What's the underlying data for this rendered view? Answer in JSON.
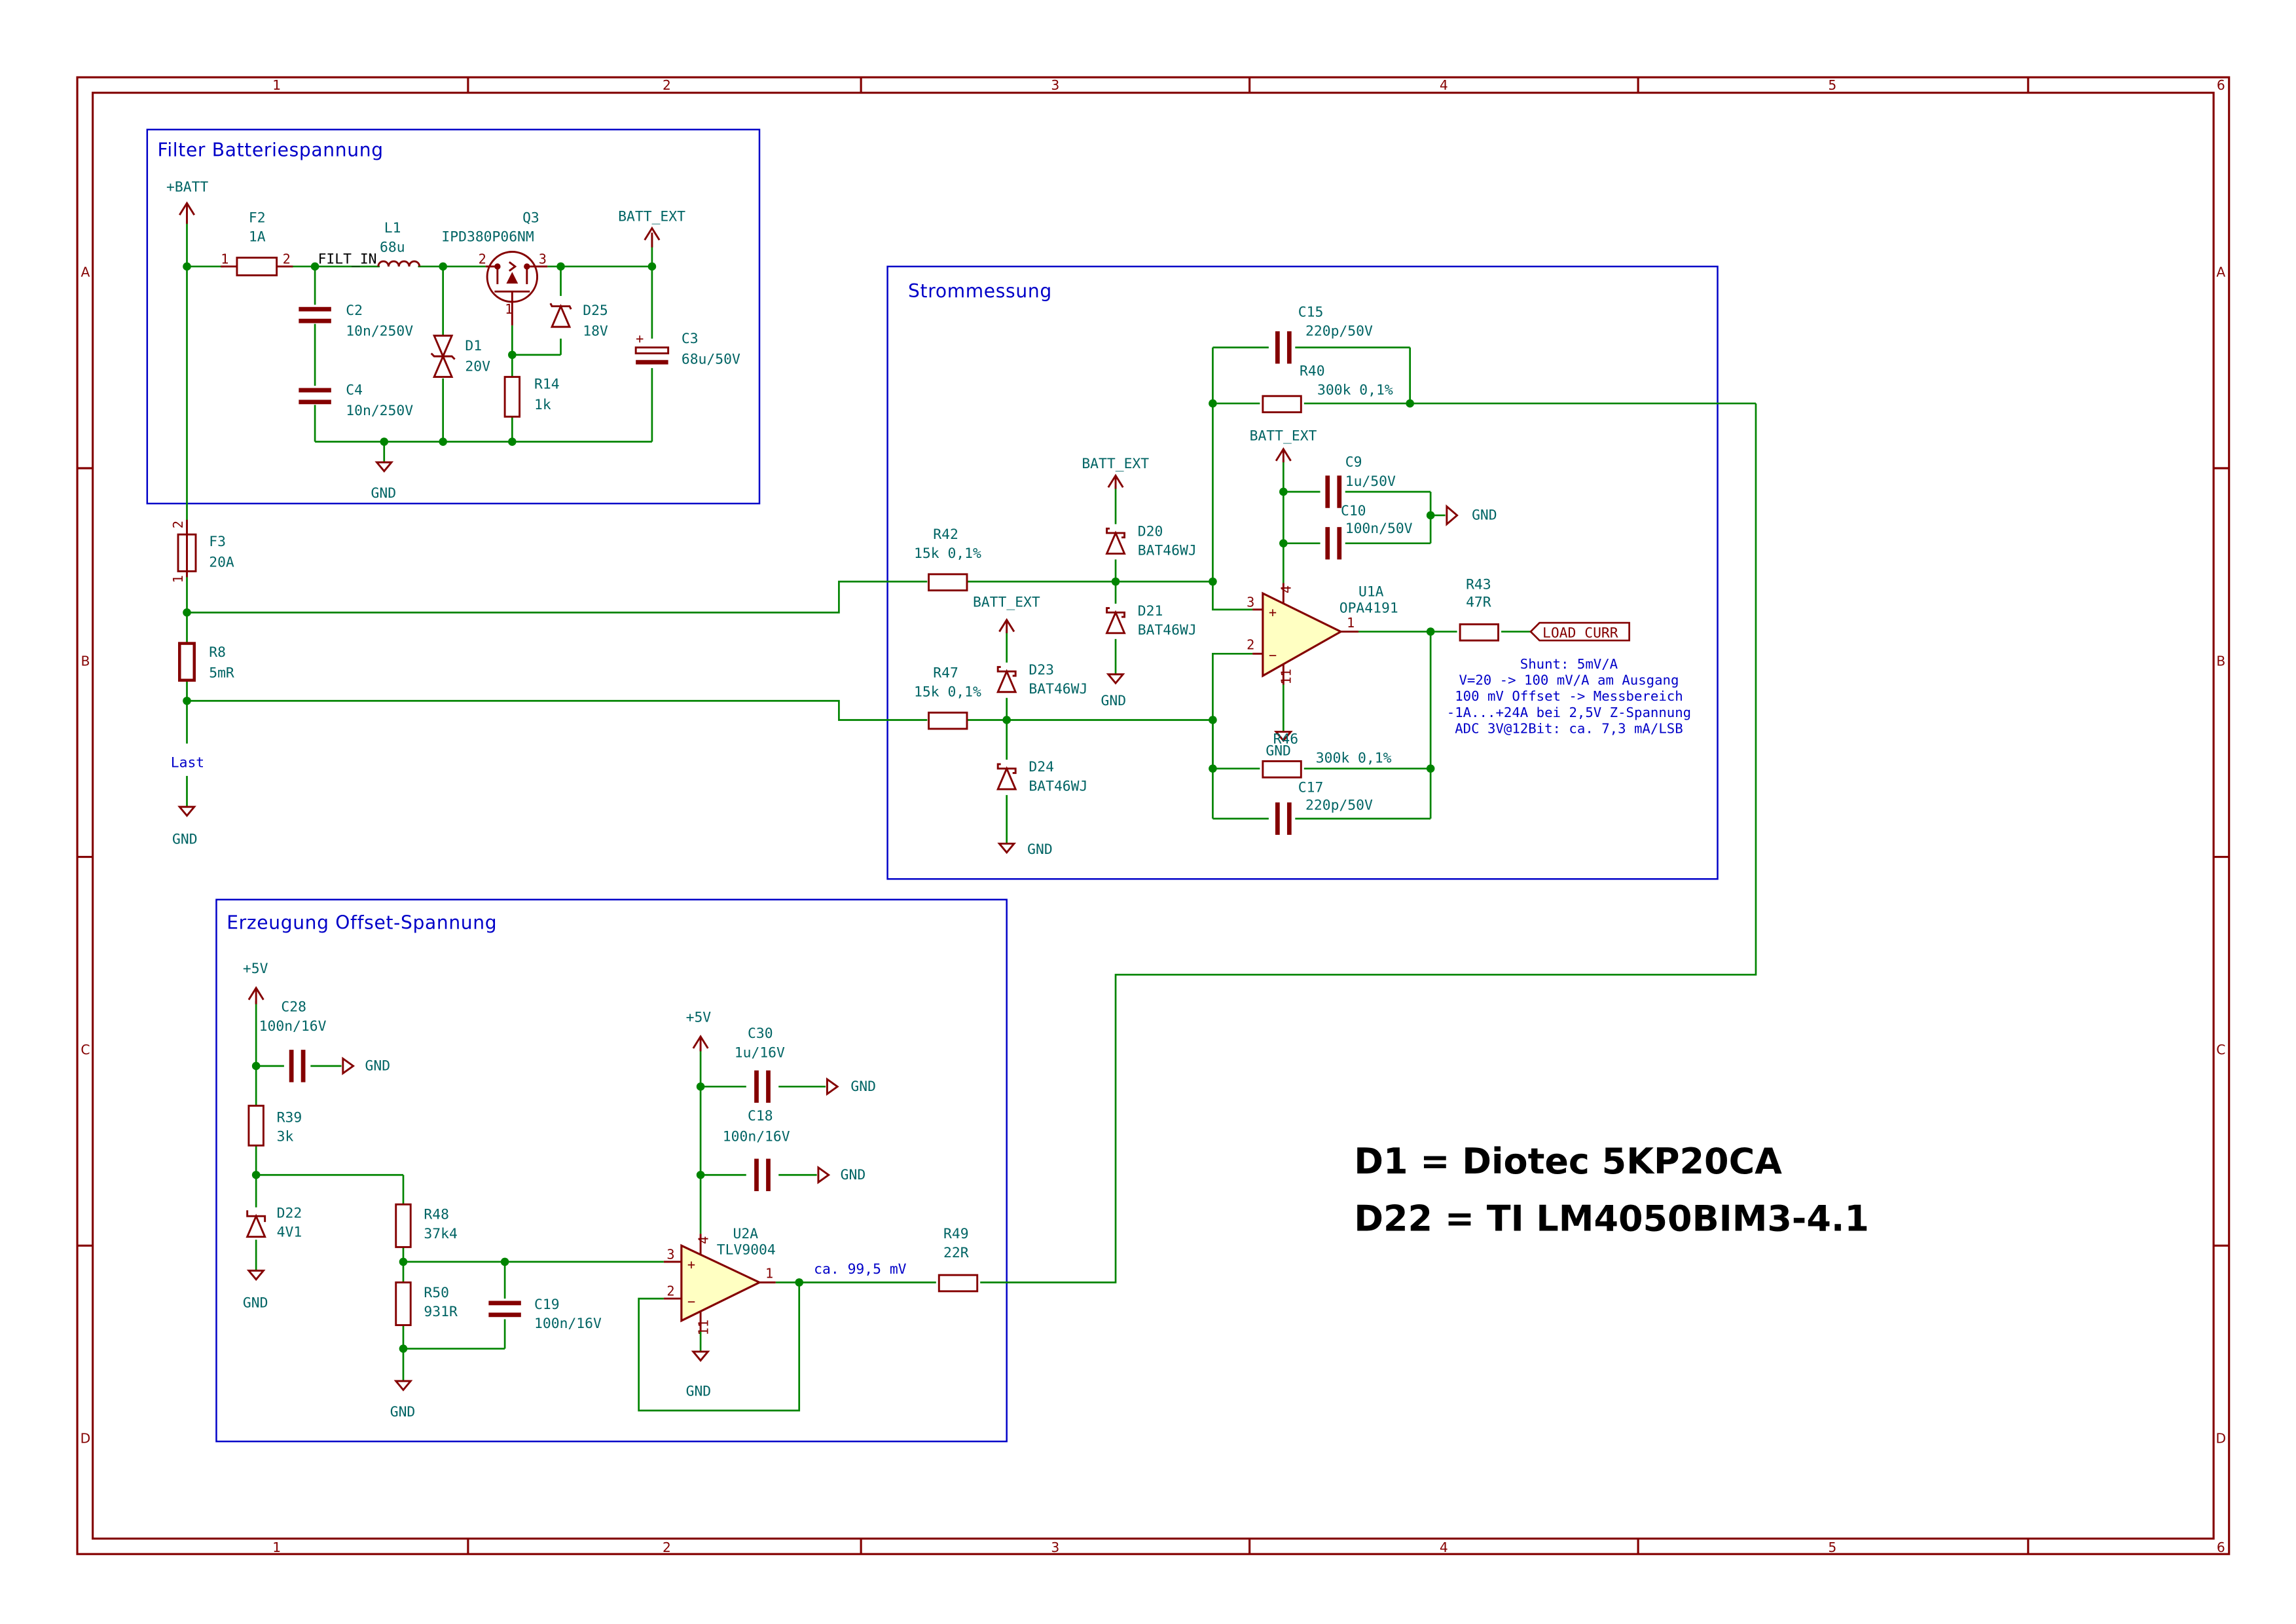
{
  "sheet": {
    "columns": [
      "1",
      "2",
      "3",
      "4",
      "5",
      "6"
    ],
    "rows": [
      "A",
      "B",
      "C",
      "D"
    ]
  },
  "blocks": {
    "filter": {
      "title": "Filter Batteriespannung"
    },
    "current": {
      "title": "Strommessung"
    },
    "offset": {
      "title": "Erzeugung Offset-Spannung"
    }
  },
  "filter": {
    "batt_in": "+BATT",
    "batt_ext": "BATT_EXT",
    "filt_in": "FILT_IN",
    "gnd": "GND",
    "F2": {
      "ref": "F2",
      "value": "1A",
      "pin1": "1",
      "pin2": "2"
    },
    "L1": {
      "ref": "L1",
      "value": "68u"
    },
    "Q3": {
      "ref": "Q3",
      "value": "IPD380P06NM",
      "pin1": "1",
      "pin2": "2",
      "pin3": "3"
    },
    "C2": {
      "ref": "C2",
      "value": "10n/250V"
    },
    "C4": {
      "ref": "C4",
      "value": "10n/250V"
    },
    "D1": {
      "ref": "D1",
      "value": "20V"
    },
    "D25": {
      "ref": "D25",
      "value": "18V"
    },
    "R14": {
      "ref": "R14",
      "value": "1k"
    },
    "C3": {
      "ref": "C3",
      "value": "68u/50V",
      "plus": "+"
    }
  },
  "shunt": {
    "F3": {
      "ref": "F3",
      "value": "20A",
      "pin1": "1",
      "pin2": "2"
    },
    "R8": {
      "ref": "R8",
      "value": "5mR"
    },
    "load_label": "Last",
    "gnd": "GND"
  },
  "current": {
    "C15": {
      "ref": "C15",
      "value": "220p/50V"
    },
    "R40": {
      "ref": "R40",
      "value": "300k 0,1%"
    },
    "batt_ext_1": "BATT_EXT",
    "batt_ext_2": "BATT_EXT",
    "batt_ext_3": "BATT_EXT",
    "C9": {
      "ref": "C9",
      "value": "1u/50V"
    },
    "C10": {
      "ref": "C10",
      "value": "100n/50V"
    },
    "gnd": "GND",
    "R42": {
      "ref": "R42",
      "value": "15k 0,1%"
    },
    "R47": {
      "ref": "R47",
      "value": "15k 0,1%"
    },
    "D20": {
      "ref": "D20",
      "value": "BAT46WJ"
    },
    "D21": {
      "ref": "D21",
      "value": "BAT46WJ"
    },
    "D23": {
      "ref": "D23",
      "value": "BAT46WJ"
    },
    "D24": {
      "ref": "D24",
      "value": "BAT46WJ"
    },
    "U1A": {
      "ref": "U1A",
      "value": "OPA4191",
      "pin_plus": "3",
      "pin_minus": "2",
      "pin_out": "1",
      "pin_vp": "4",
      "pin_vn": "11"
    },
    "R43": {
      "ref": "R43",
      "value": "47R"
    },
    "R46": {
      "ref": "R46",
      "value": "300k 0,1%"
    },
    "C17": {
      "ref": "C17",
      "value": "220p/50V"
    },
    "load_curr": "LOAD_CURR",
    "notes": [
      "Shunt: 5mV/A",
      "V=20 -> 100 mV/A am Ausgang",
      "100 mV Offset -> Messbereich",
      "-1A...+24A bei 2,5V Z-Spannung",
      "ADC 3V@12Bit: ca. 7,3 mA/LSB"
    ]
  },
  "offset": {
    "vcc1": "+5V",
    "vcc2": "+5V",
    "gnd": "GND",
    "C28": {
      "ref": "C28",
      "value": "100n/16V"
    },
    "R39": {
      "ref": "R39",
      "value": "3k"
    },
    "D22": {
      "ref": "D22",
      "value": "4V1"
    },
    "R48": {
      "ref": "R48",
      "value": "37k4"
    },
    "R50": {
      "ref": "R50",
      "value": "931R"
    },
    "C19": {
      "ref": "C19",
      "value": "100n/16V"
    },
    "C30": {
      "ref": "C30",
      "value": "1u/16V"
    },
    "C18": {
      "ref": "C18",
      "value": "100n/16V"
    },
    "U2A": {
      "ref": "U2A",
      "value": "TLV9004",
      "pin_plus": "3",
      "pin_minus": "2",
      "pin_out": "1",
      "pin_vp": "4",
      "pin_vn": "11"
    },
    "R49": {
      "ref": "R49",
      "value": "22R"
    },
    "out_note": "ca. 99,5 mV"
  },
  "part_notes": [
    "D1 = Diotec 5KP20CA",
    "D22 = TI LM4050BIM3-4.1"
  ]
}
